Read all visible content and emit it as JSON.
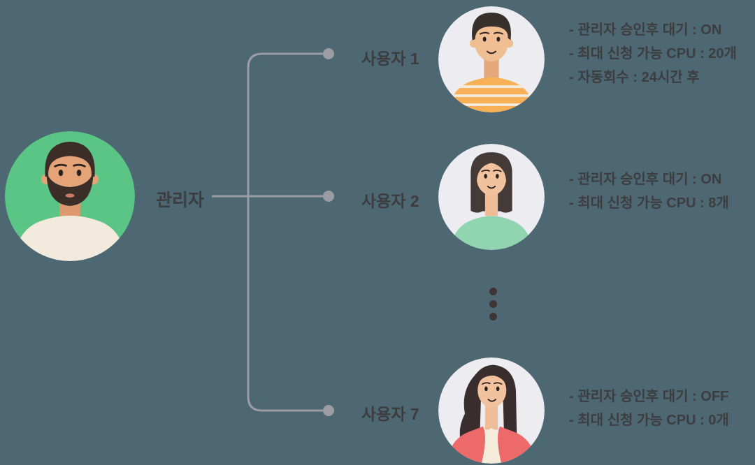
{
  "canvas": {
    "background_color": "#4D6773"
  },
  "diagram": {
    "line_color": "#9C9CA4",
    "dot_color": "#9C9CA4",
    "text_color": "#3C3C3E"
  },
  "admin": {
    "label": "관리자",
    "avatar": {
      "name": "bearded-man",
      "bg": "#5BC585",
      "shirt": "#F2EADC"
    }
  },
  "users": [
    {
      "label": "사용자 1",
      "avatar": {
        "name": "young-man-orange-striped-shirt",
        "bg": "#ECECF1",
        "shirt": "#F8B057"
      },
      "details": [
        "- 관리자 승인후 대기 : ON",
        "- 최대 신청 가능 CPU : 20개",
        "- 자동회수 : 24시간 후"
      ]
    },
    {
      "label": "사용자 2",
      "avatar": {
        "name": "bob-hair-woman-mint-top",
        "bg": "#ECECF1",
        "shirt": "#90D4B0"
      },
      "details": [
        "- 관리자 승인후 대기 : ON",
        "- 최대 신청 가능 CPU : 8개"
      ]
    },
    {
      "label": "사용자 7",
      "avatar": {
        "name": "long-hair-woman-coral-top",
        "bg": "#ECECF1",
        "shirt": "#ED6A6A"
      },
      "details": [
        "- 관리자 승인후 대기 : OFF",
        "- 최대 신청 가능 CPU : 0개"
      ]
    }
  ]
}
